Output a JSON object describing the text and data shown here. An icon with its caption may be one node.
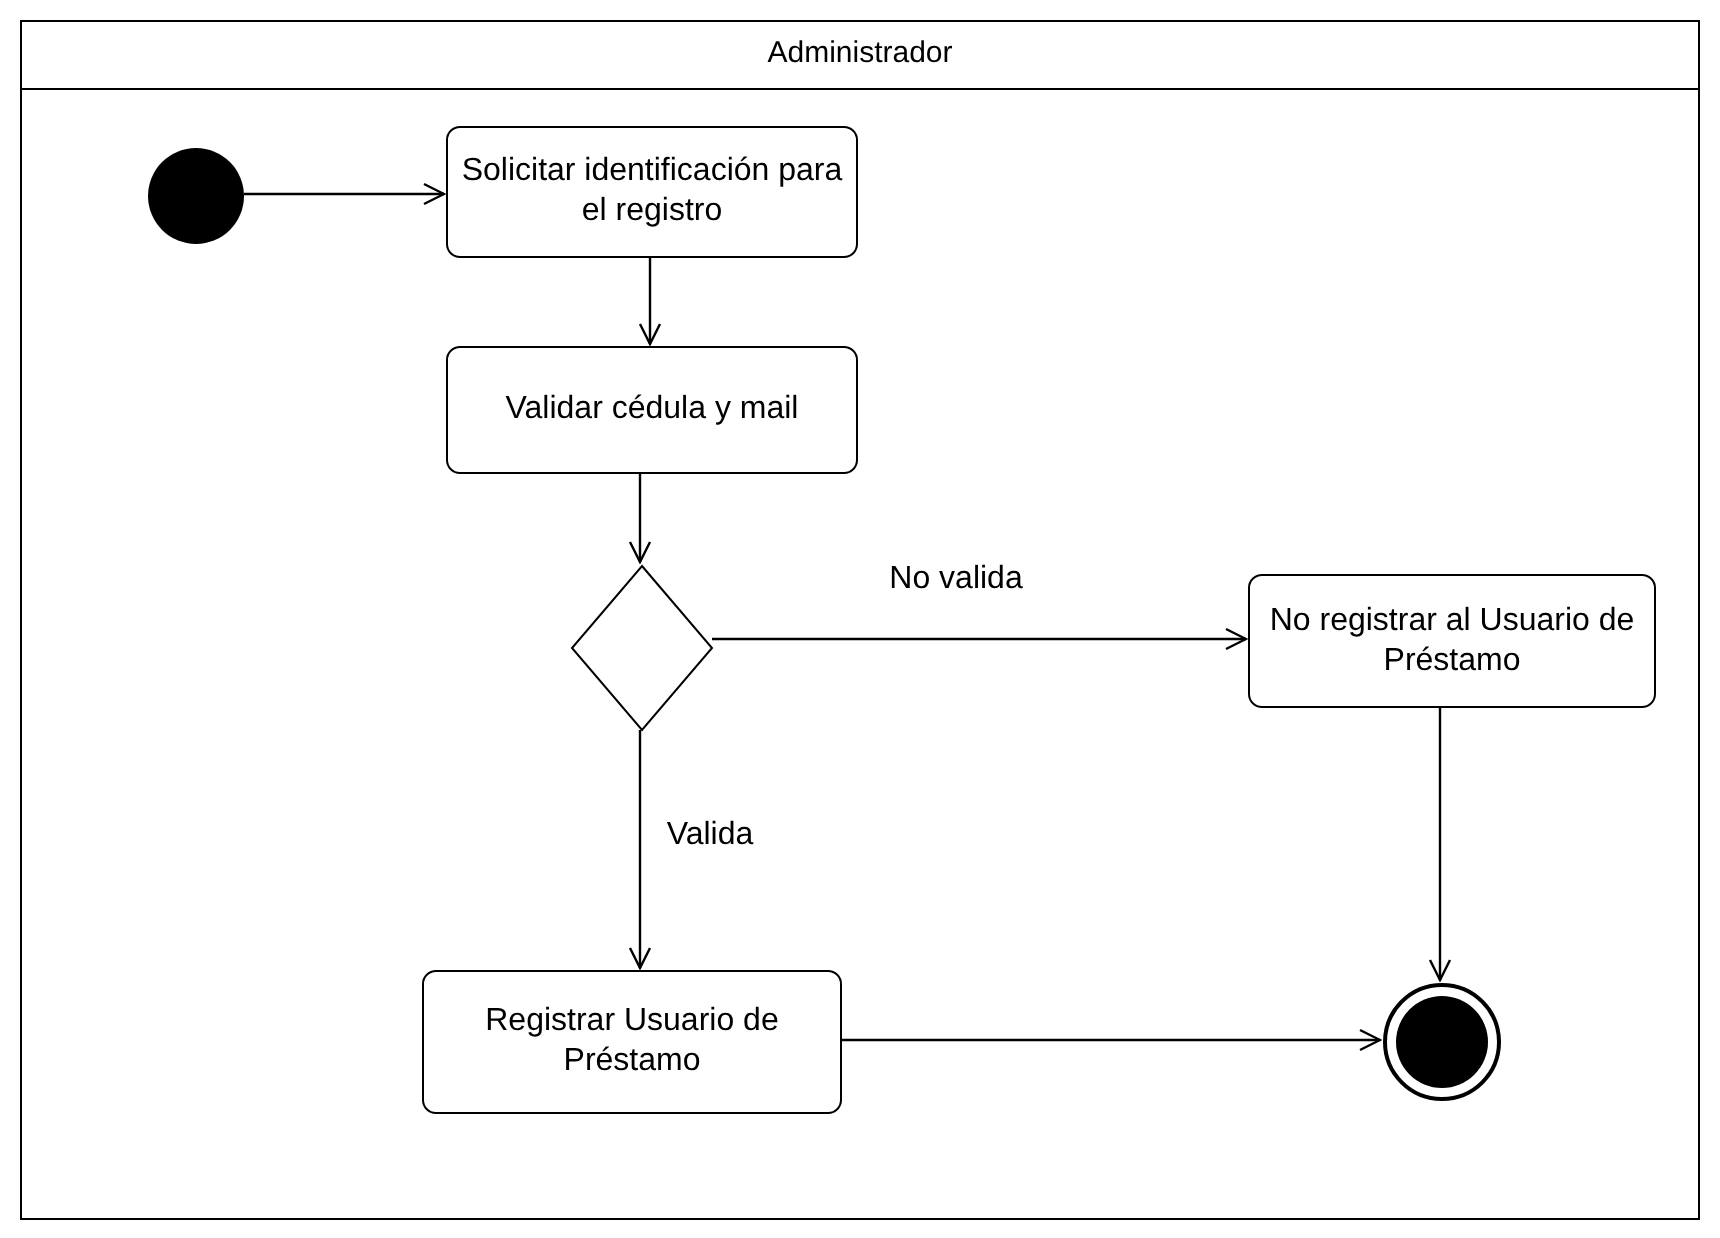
{
  "diagram": {
    "nodes": [
      {
        "text": [
          "Administrador"
        ]
      },
      {
        "text": [],
        "shape": "circle",
        "in": 0
      },
      {
        "text": [
          "Solicitar identificación para el registro"
        ],
        "in": 0
      },
      {
        "text": [
          "Validar cédula y mail"
        ],
        "in": 0
      },
      {
        "text": [],
        "shape": "diamond",
        "in": 0
      },
      {
        "text": [
          "No registrar al Usuario de Préstamo"
        ],
        "in": 0
      },
      {
        "text": [
          "Registrar Usuario de Préstamo"
        ],
        "in": 0
      },
      {
        "text": [],
        "shape": "bullseye",
        "in": 0
      }
    ],
    "edges": [
      {
        "from": 1,
        "to": 2,
        "arrow": "to"
      },
      {
        "from": 2,
        "to": 3,
        "arrow": "to"
      },
      {
        "from": 3,
        "to": 4,
        "arrow": "to"
      },
      {
        "from": 4,
        "to": 5,
        "arrow": "to",
        "label": "No valida"
      },
      {
        "from": 4,
        "to": 6,
        "arrow": "to",
        "label": "Valida"
      },
      {
        "from": 5,
        "to": 7,
        "arrow": "to"
      },
      {
        "from": 6,
        "to": 7,
        "arrow": "to"
      }
    ]
  }
}
